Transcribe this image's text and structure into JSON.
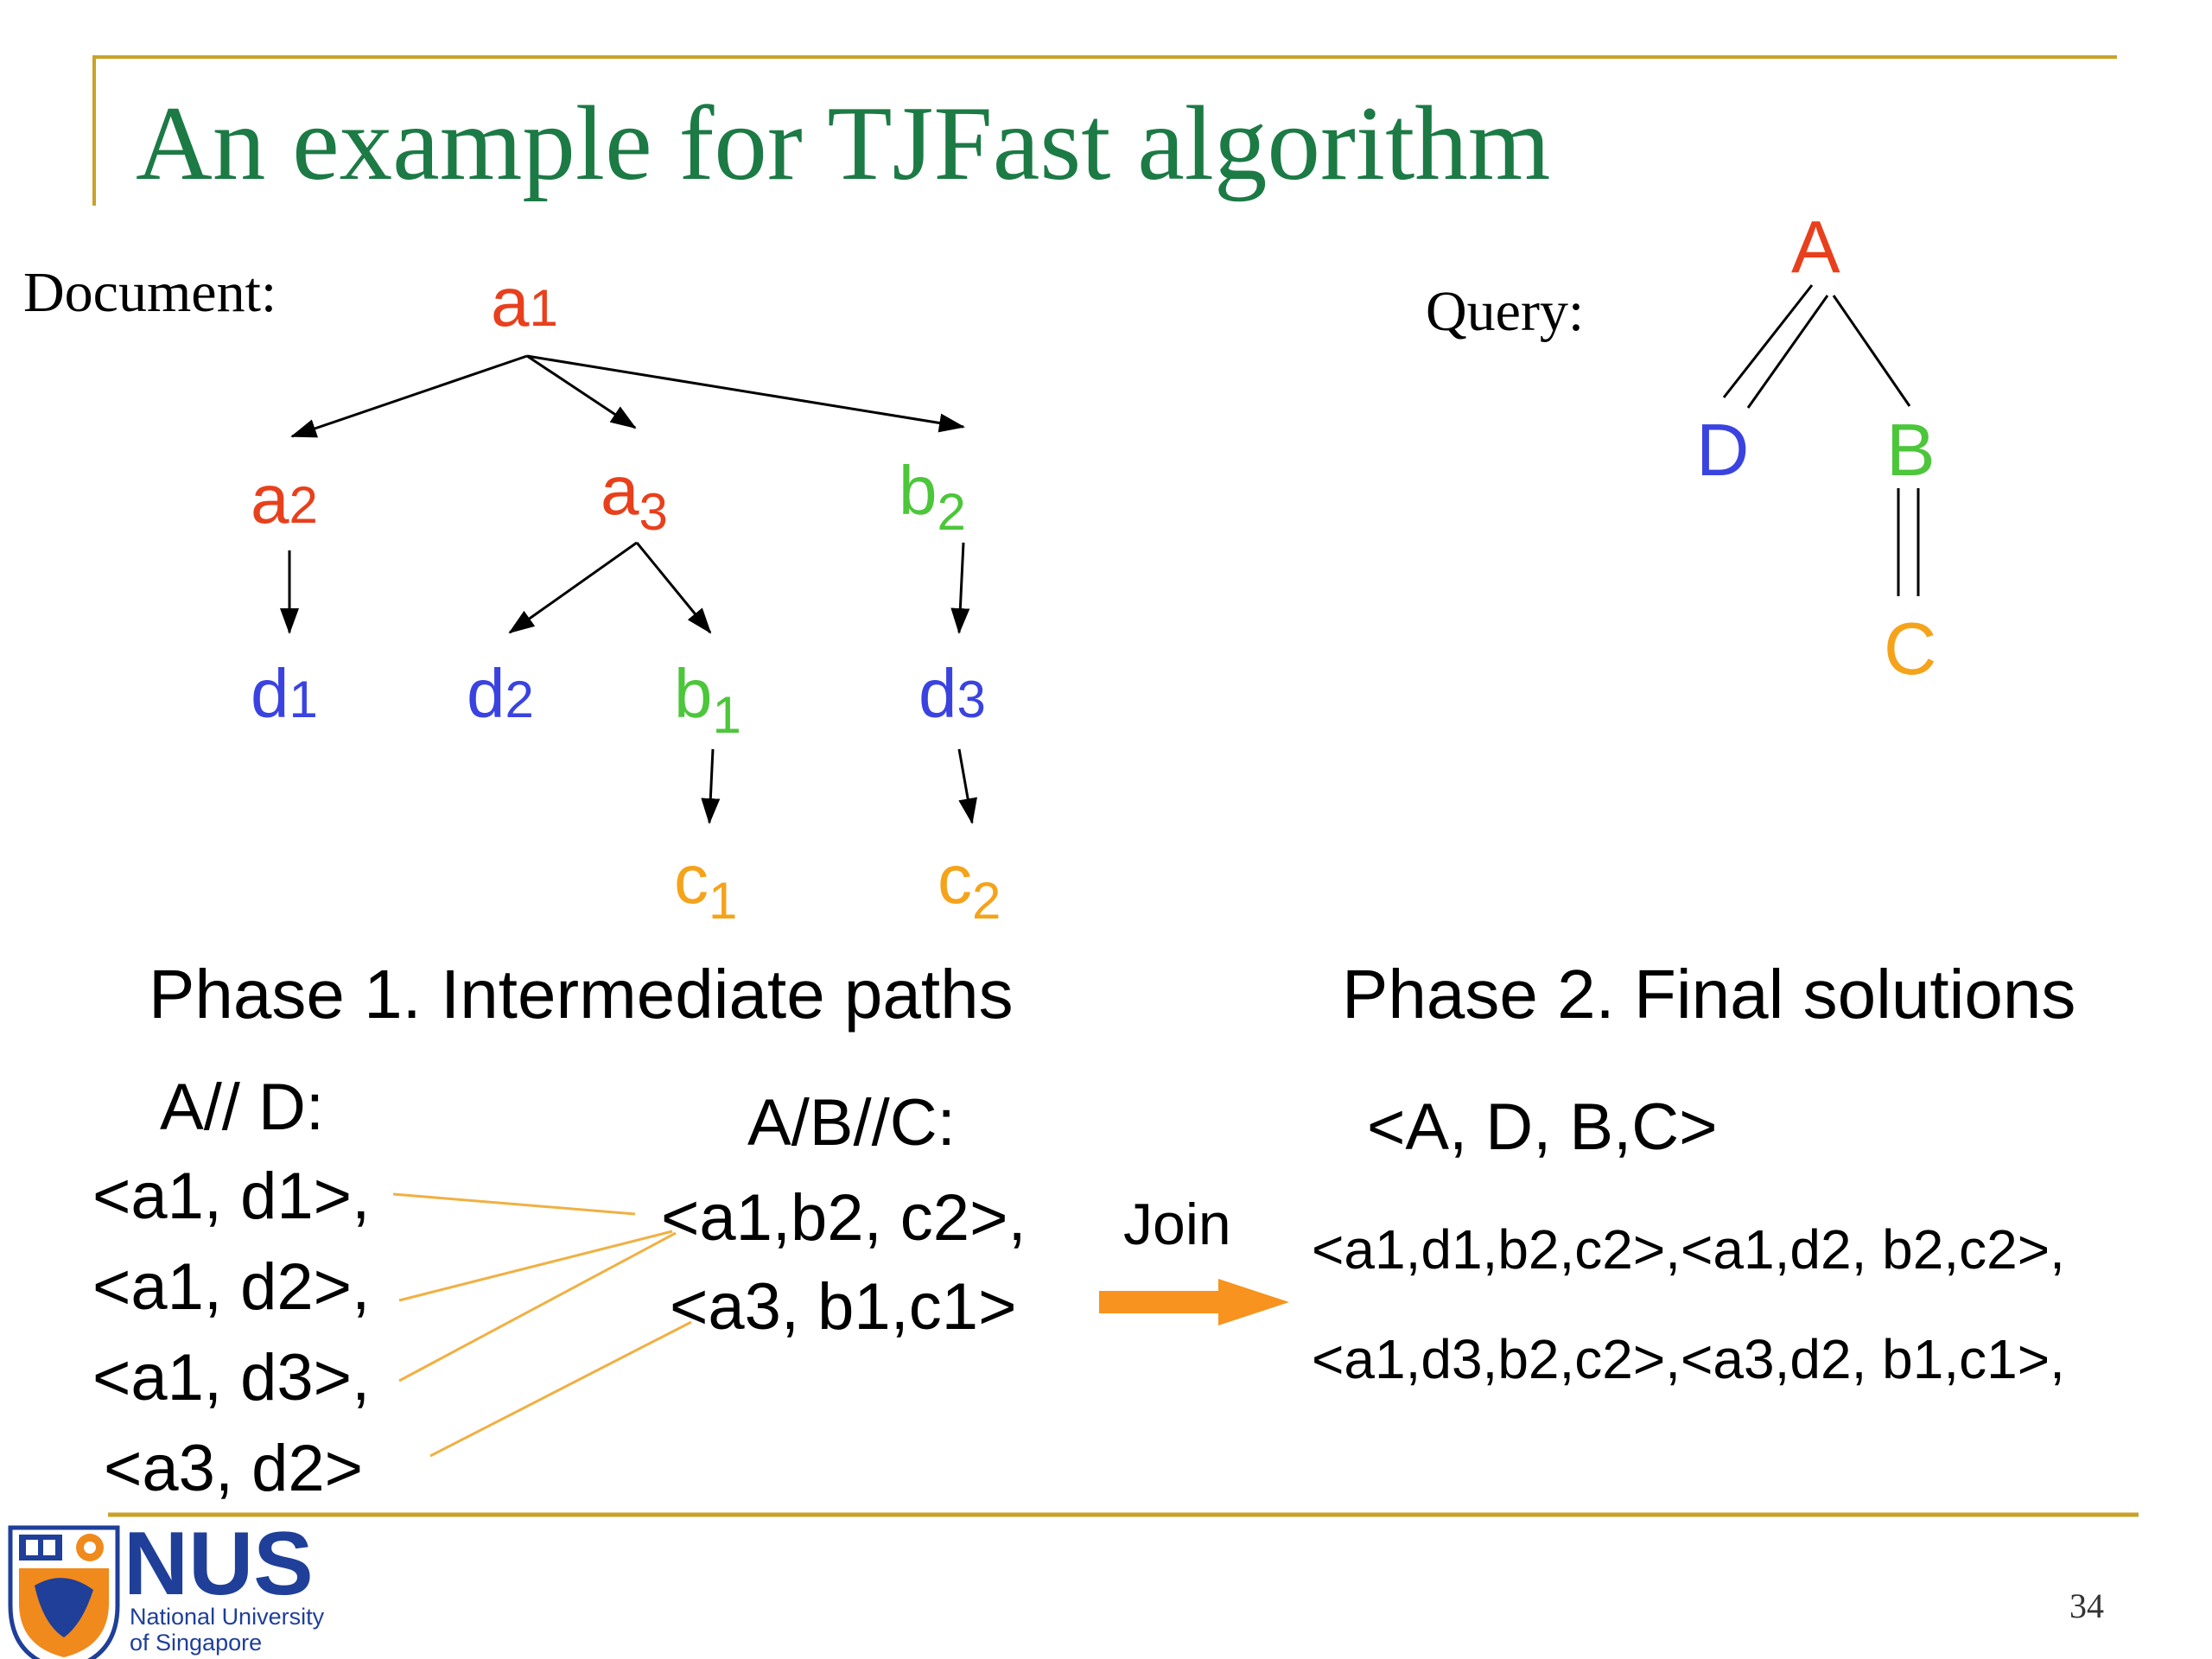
{
  "slide": {
    "title": "An example for TJFast algorithm",
    "page_number": "34"
  },
  "document": {
    "label": "Document:",
    "nodes": {
      "a1": {
        "letter": "a",
        "sub": "1"
      },
      "a2": {
        "letter": "a",
        "sub": "2"
      },
      "a3": {
        "letter": "a",
        "sub": "3"
      },
      "b2": {
        "letter": "b",
        "sub": "2"
      },
      "d1": {
        "letter": "d",
        "sub": "1"
      },
      "d2": {
        "letter": "d",
        "sub": "2"
      },
      "b1": {
        "letter": "b",
        "sub": "1"
      },
      "d3": {
        "letter": "d",
        "sub": "3"
      },
      "c1": {
        "letter": "c",
        "sub": "1"
      },
      "c2": {
        "letter": "c",
        "sub": "2"
      }
    }
  },
  "query": {
    "label": "Query:",
    "nodes": {
      "A": "A",
      "D": "D",
      "B": "B",
      "C": "C"
    }
  },
  "phase1": {
    "heading": "Phase 1. Intermediate paths",
    "ad_label": "A// D:",
    "ad_paths": [
      "<a1, d1>,",
      "<a1, d2>,",
      "<a1, d3>,",
      "<a3, d2>"
    ],
    "abc_label": "A/B//C:",
    "abc_paths": [
      "<a1,b2, c2>,",
      "<a3, b1,c1>"
    ]
  },
  "join_label": "Join",
  "phase2": {
    "heading": "Phase 2. Final solutions",
    "pattern": "<A, D, B,C>",
    "solutions": [
      "<a1,d1,b2,c2>,<a1,d2, b2,c2>,",
      "<a1,d3,b2,c2>,<a3,d2, b1,c1>,"
    ]
  },
  "logo": {
    "name": "NUS",
    "line1": "National University",
    "line2": "of Singapore"
  },
  "colors": {
    "title": "#1c7a45",
    "rule": "#c9a227",
    "a": "#e8401c",
    "b": "#4cc63a",
    "d": "#3a43e0",
    "c": "#f5a31a",
    "join_arrow": "#f7931e",
    "link_lines": "#f0b042",
    "logo_blue": "#1f3f99",
    "logo_orange": "#f08a1c"
  }
}
